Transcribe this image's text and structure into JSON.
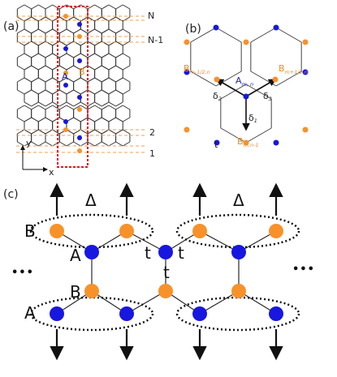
{
  "colors": {
    "a_site": "#1717e0",
    "b_site": "#f7922a",
    "bond": "#2a2a2a",
    "box": "#e01a1a",
    "guide": "#f0a050"
  },
  "panel_a": {
    "label": "(a)",
    "row_labels": [
      "N",
      "N-1",
      "2",
      "1"
    ],
    "site_a": "A",
    "site_b": "B",
    "axis_y": "y",
    "axis_x": "x"
  },
  "panel_b": {
    "label": "(b)",
    "a_center": "A",
    "a_center_sub": "m, n",
    "b_left": "B",
    "b_left_sub": "m-1/2,n",
    "b_right": "B",
    "b_right_sub": "m+1/2,n",
    "b_bottom": "B",
    "b_bottom_sub": "m,n-1",
    "delta_left": "δ",
    "delta_left_sub": "2",
    "delta_right": "δ",
    "delta_right_sub": "3",
    "delta_down": "δ",
    "delta_down_sub": "1",
    "hopping": "t"
  },
  "panel_c": {
    "label": "(c)",
    "delta_left": "Δ",
    "delta_right": "Δ",
    "label_b_top": "B",
    "label_a_mid": "A",
    "label_b_mid": "B",
    "label_a_bot": "A",
    "t_left": "t",
    "t_right": "t",
    "t_mid": "t",
    "ellipsis_left": "•••",
    "ellipsis_right": "•••"
  }
}
